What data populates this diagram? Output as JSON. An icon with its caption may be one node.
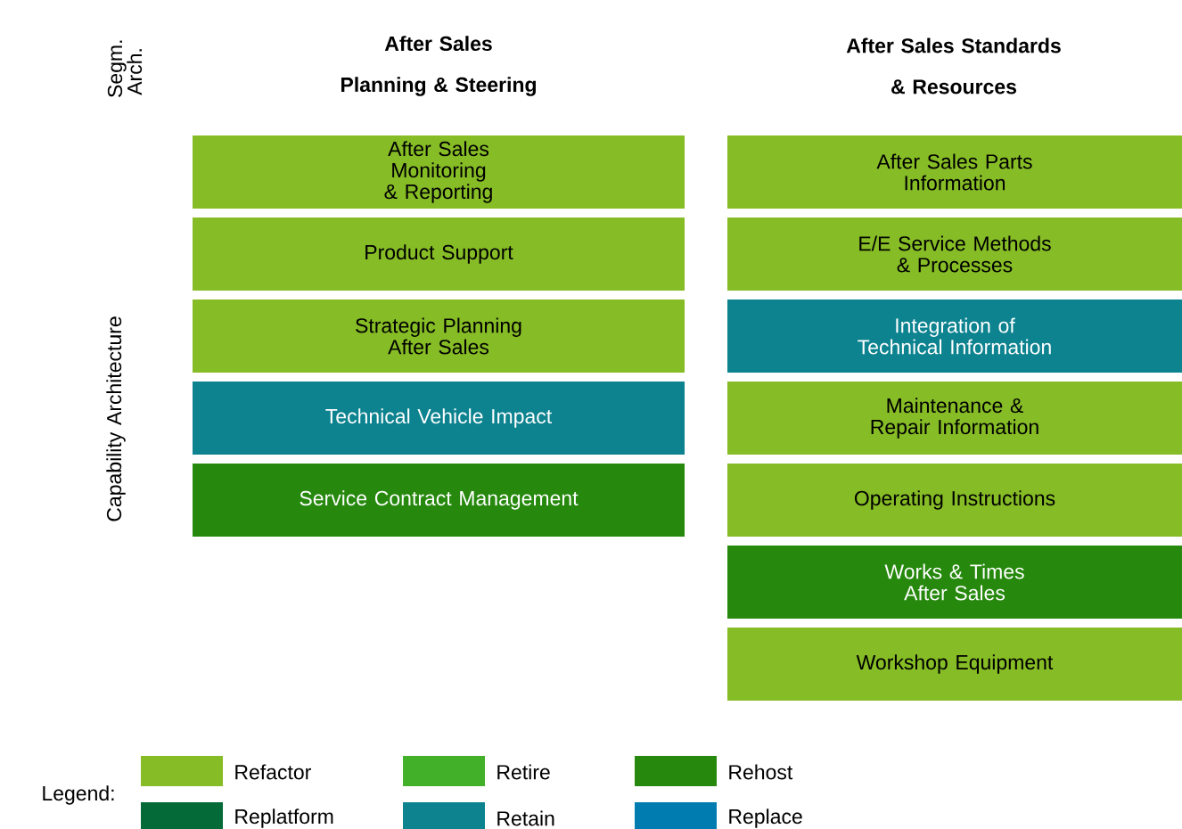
{
  "diagram": {
    "nodes": [
      {
        "text": [
          "After Sales Monitoring & Reporting"
        ]
      },
      {
        "text": [
          "Product Support"
        ]
      },
      {
        "text": [
          "Strategic Planning After Sales"
        ]
      },
      {
        "text": [
          "Technical Vehicle Impact"
        ]
      },
      {
        "text": [
          "Service Contract Management"
        ]
      },
      {
        "text": [
          "After Sales Parts Information"
        ]
      },
      {
        "text": [
          "E/E Service Methods & Processes"
        ]
      },
      {
        "text": [
          "Integration of Technical Information"
        ]
      },
      {
        "text": [
          "Maintenance & Repair Information"
        ]
      },
      {
        "text": [
          "Operating Instructions"
        ]
      },
      {
        "text": [
          "Works & Times After Sales"
        ]
      },
      {
        "text": [
          "Workshop Equipment"
        ]
      }
    ],
    "edges": [],
    "labels": [
      "Segm. Arch.",
      "After Sales Planning & Steering",
      "After Sales Standards & Resources",
      "Capability Architecture",
      "Legend:"
    ],
    "legend": [
      {
        "text": "Refactor",
        "color": "#86bc25"
      },
      {
        "text": "Retire",
        "color": "#43b02a"
      },
      {
        "text": "Rehost",
        "color": "#26890d"
      },
      {
        "text": "Replatform",
        "color": "#046a38"
      },
      {
        "text": "Retain",
        "color": "#0d8390"
      },
      {
        "text": "Replace",
        "color": "#007cb0"
      }
    ]
  }
}
